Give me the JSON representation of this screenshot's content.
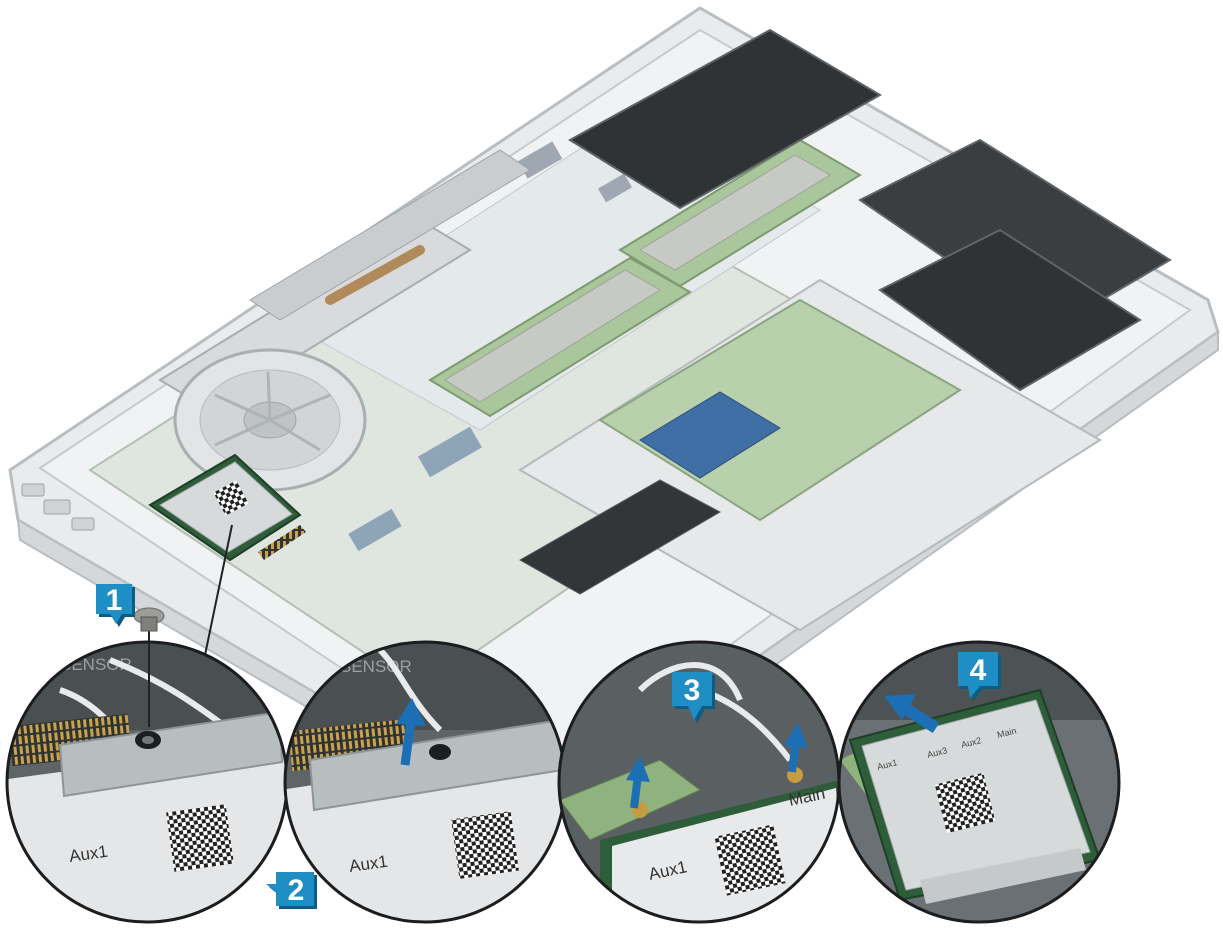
{
  "colors": {
    "callout": "#1f8ec4",
    "callout_shadow": "#0d5c86",
    "arrow": "#1c6fb5",
    "chassis": "#e9ebec",
    "chassis_edge": "#b9bec1",
    "board_green": "#a9c79a",
    "card_silver": "#d7dadb"
  },
  "callouts": [
    "1",
    "2",
    "3",
    "4"
  ],
  "labels": {
    "aux1": "Aux1",
    "main": "Main",
    "aux2": "Aux2",
    "aux3": "Aux3",
    "sensor": "SENSOR"
  }
}
